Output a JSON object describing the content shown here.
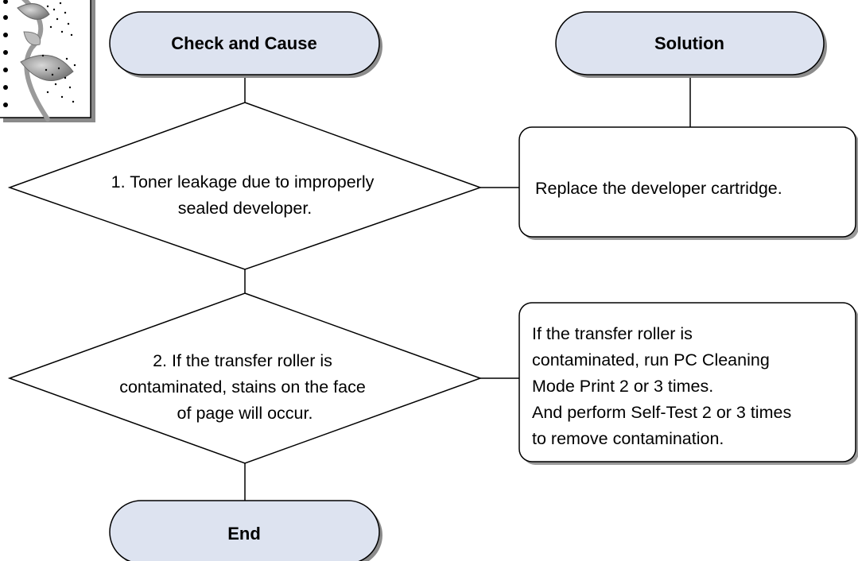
{
  "colors": {
    "terminal_fill": "#dde3f0",
    "shape_stroke": "#000000",
    "box_fill": "#ffffff",
    "shadow": "#9a9a9a",
    "connector": "#000000"
  },
  "header": {
    "check_and_cause": "Check and Cause",
    "solution": "Solution"
  },
  "steps": [
    {
      "decision_lines": [
        "1. Toner leakage due to improperly",
        "sealed developer."
      ],
      "solution_lines": [
        "Replace the developer cartridge."
      ]
    },
    {
      "decision_lines": [
        "2. If the transfer roller is",
        "contaminated, stains on the face",
        "of page will occur."
      ],
      "solution_lines": [
        "If the transfer roller is",
        "contaminated, run PC Cleaning",
        "Mode Print 2 or 3 times.",
        "And perform Self-Test 2 or 3 times",
        "to remove contamination."
      ]
    }
  ],
  "footer": {
    "end": "End"
  },
  "corner_image": {
    "icon": "printed-page-with-leaf-icon"
  }
}
